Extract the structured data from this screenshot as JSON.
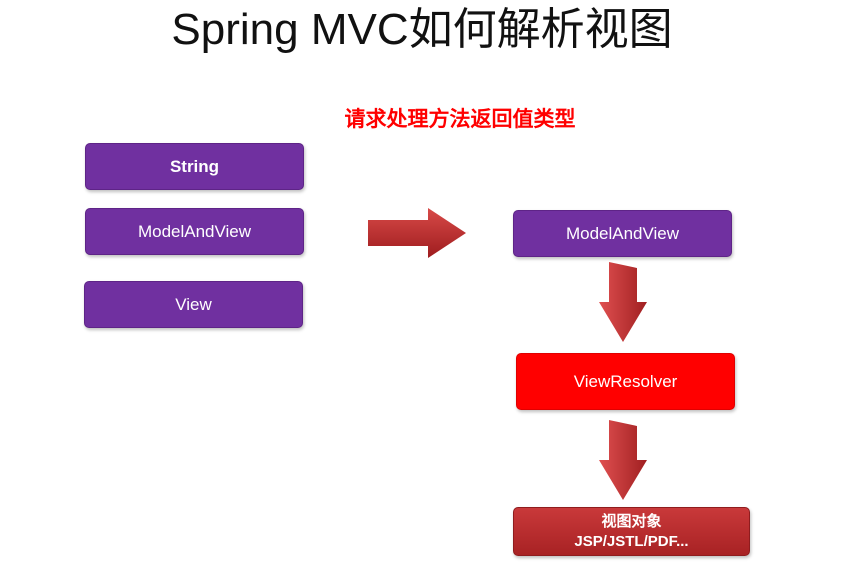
{
  "title": "Spring MVC如何解析视图",
  "subtitle": "请求处理方法返回值类型",
  "colors": {
    "subtitle": "#ff0000",
    "purple_box": "#7030a0",
    "resolver_box": "#ff0000",
    "view_object_box": "#b52a2c",
    "arrow": "#c0302f"
  },
  "return_types": [
    "String",
    "ModelAndView",
    "View"
  ],
  "flow": {
    "model_and_view": "ModelAndView",
    "view_resolver": "ViewResolver",
    "view_object_line1": "视图对象",
    "view_object_line2": "JSP/JSTL/PDF..."
  },
  "icons": {
    "right_arrow": "right-arrow-icon",
    "down_arrow": "down-arrow-icon"
  }
}
